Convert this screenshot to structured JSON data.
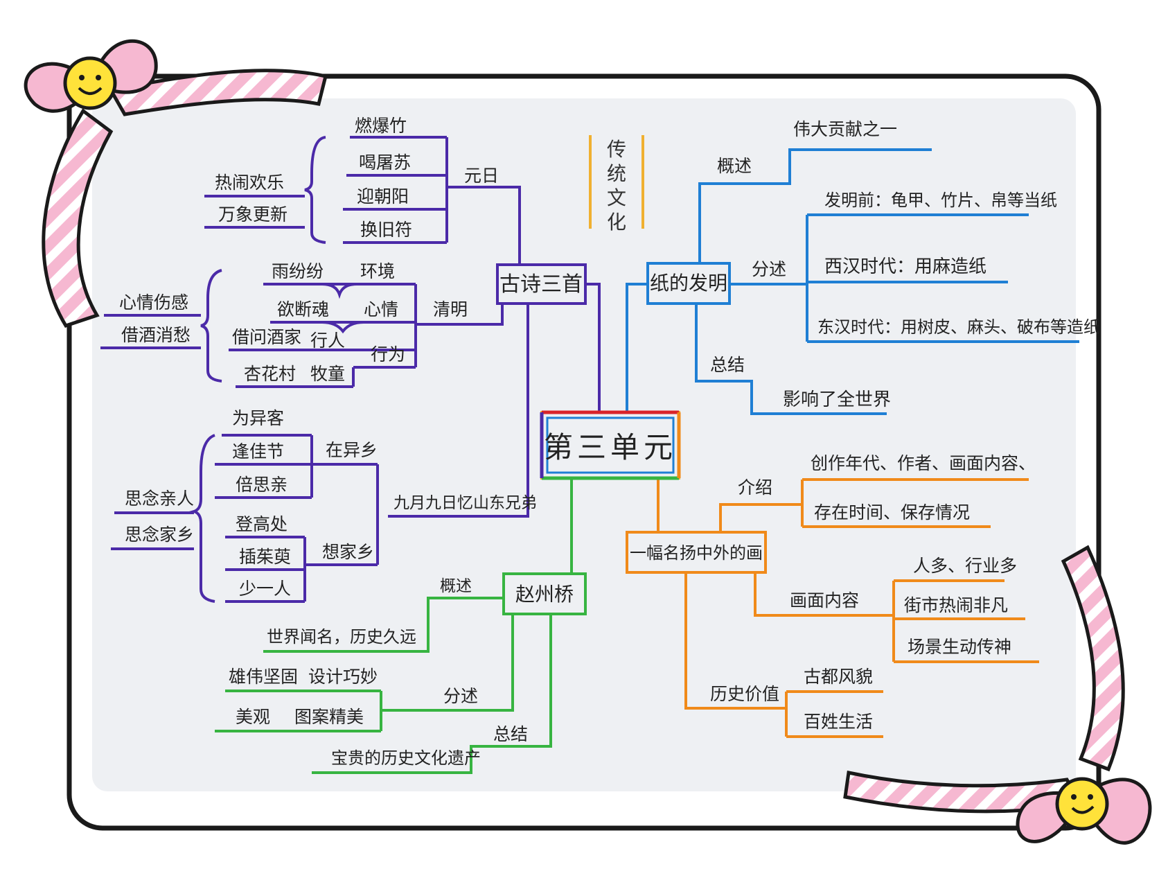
{
  "colors": {
    "frame": "#1a1a1a",
    "paper": "#eef0f3",
    "ribbon_pink": "#f6b8d1",
    "ribbon_stripe": "#ffffff",
    "smiley": "#ffe23a",
    "purple": "#4b2aa8",
    "blue": "#1f7fd4",
    "orange": "#f08a1a",
    "green": "#37b441",
    "gold": "#f0b030",
    "red": "#d8232a"
  },
  "center": {
    "title": "第三单元"
  },
  "side_title": [
    "传",
    "统",
    "文",
    "化"
  ],
  "poems": {
    "label": "古诗三首",
    "yuanri": {
      "label": "元日",
      "items": [
        "燃爆竹",
        "喝屠苏",
        "迎朝阳",
        "换旧符"
      ],
      "feelings": [
        "热闹欢乐",
        "万象更新"
      ]
    },
    "qingming": {
      "label": "清明",
      "sub": [
        "环境",
        "心情",
        "行为"
      ],
      "items": [
        "雨纷纷",
        "欲断魂",
        "借问酒家",
        "行人",
        "杏花村",
        "牧童"
      ],
      "feelings": [
        "心情伤感",
        "借酒消愁"
      ]
    },
    "jiuyue": {
      "label": "九月九日忆山东兄弟",
      "sub": [
        "在异乡",
        "想家乡"
      ],
      "items_a": [
        "为异客",
        "逢佳节",
        "倍思亲"
      ],
      "items_b": [
        "登高处",
        "插茱萸",
        "少一人"
      ],
      "feelings": [
        "思念亲人",
        "思念家乡"
      ]
    }
  },
  "paper": {
    "label": "纸的发明",
    "overview": {
      "label": "概述",
      "text": "伟大贡献之一"
    },
    "detail": {
      "label": "分述",
      "items": [
        "发明前：龟甲、竹片、帛等当纸",
        "西汉时代：用麻造纸",
        "东汉时代：用树皮、麻头、破布等造纸"
      ]
    },
    "summary": {
      "label": "总结",
      "text": "影响了全世界"
    }
  },
  "painting": {
    "label": "一幅名扬中外的画",
    "intro": {
      "label": "介绍",
      "items": [
        "创作年代、作者、画面内容、",
        "存在时间、保存情况"
      ]
    },
    "content": {
      "label": "画面内容",
      "items": [
        "人多、行业多",
        "街市热闹非凡",
        "场景生动传神"
      ]
    },
    "value": {
      "label": "历史价值",
      "items": [
        "古都风貌",
        "百姓生活"
      ]
    }
  },
  "bridge": {
    "label": "赵州桥",
    "overview": {
      "label": "概述",
      "text": "世界闻名，历史久远"
    },
    "detail": {
      "label": "分述",
      "items": [
        "雄伟坚固",
        "设计巧妙",
        "美观",
        "图案精美"
      ]
    },
    "summary": {
      "label": "总结",
      "text": "宝贵的历史文化遗产"
    }
  }
}
